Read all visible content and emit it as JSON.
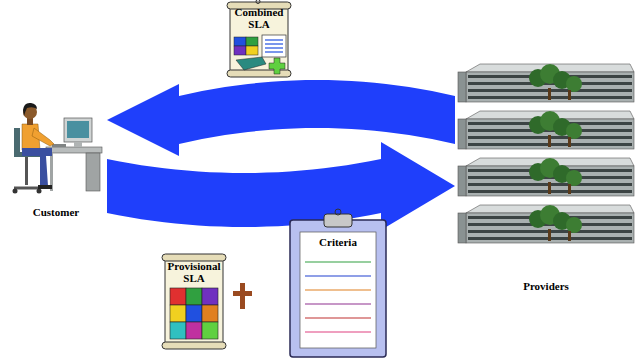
{
  "diagram": {
    "nodes": [
      {
        "text": [
          "Combined SLA"
        ]
      },
      {
        "text": [
          "Customer"
        ]
      },
      {
        "text": [
          "Providers"
        ]
      },
      {
        "text": [
          "Provisional SLA"
        ]
      },
      {
        "text": [
          "Criteria"
        ]
      }
    ],
    "edges": [
      {
        "from": 2,
        "to": 1,
        "arrow": "to"
      },
      {
        "from": 1,
        "to": 2,
        "arrow": "to"
      }
    ]
  }
}
